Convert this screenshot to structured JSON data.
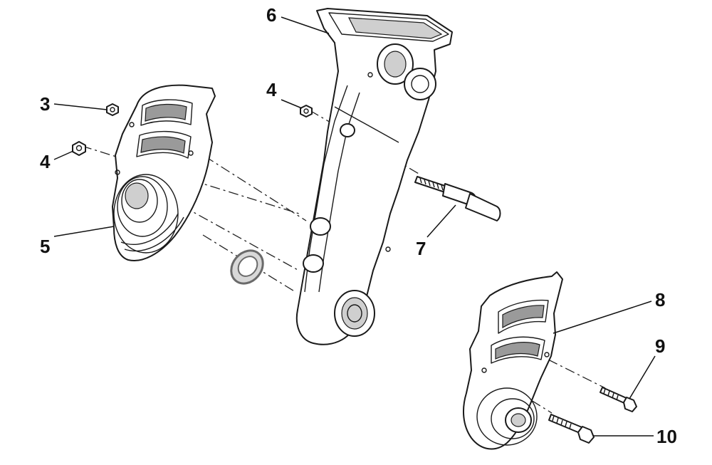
{
  "callouts": [
    {
      "id": "3",
      "label": "3"
    },
    {
      "id": "4a",
      "label": "4"
    },
    {
      "id": "4b",
      "label": "4"
    },
    {
      "id": "5",
      "label": "5"
    },
    {
      "id": "6",
      "label": "6"
    },
    {
      "id": "7",
      "label": "7"
    },
    {
      "id": "8",
      "label": "8"
    },
    {
      "id": "9",
      "label": "9"
    },
    {
      "id": "10",
      "label": "10"
    }
  ]
}
